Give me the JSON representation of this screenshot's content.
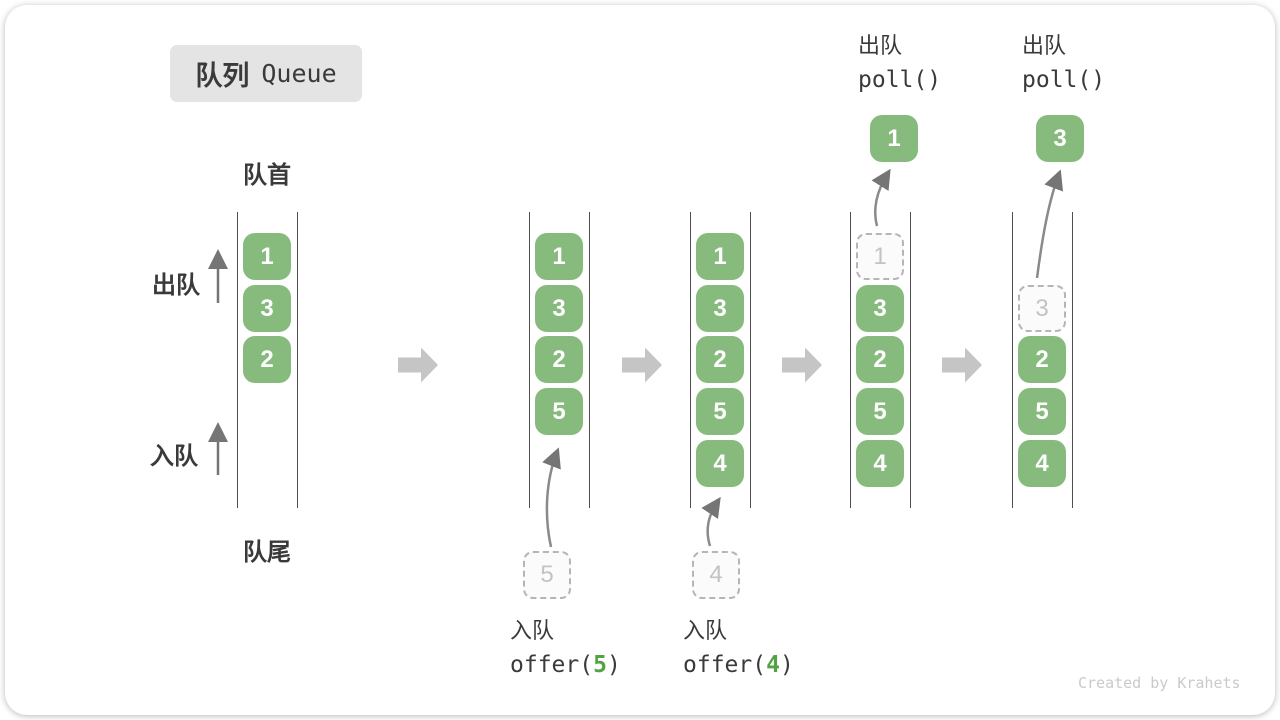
{
  "title": {
    "zh": "队列",
    "en": "Queue"
  },
  "side_labels": {
    "front": "队首",
    "rear": "队尾",
    "dequeue": "出队",
    "enqueue": "入队"
  },
  "ops": {
    "enqueue5": {
      "label": "入队",
      "fn": "offer(",
      "arg": "5",
      "suffix": ")"
    },
    "enqueue4": {
      "label": "入队",
      "fn": "offer(",
      "arg": "4",
      "suffix": ")"
    },
    "poll1": {
      "label": "出队",
      "code": "poll()"
    },
    "poll2": {
      "label": "出队",
      "code": "poll()"
    }
  },
  "states": [
    {
      "name": "initial",
      "cells": [
        {
          "value": "1",
          "kind": "filled"
        },
        {
          "value": "3",
          "kind": "filled"
        },
        {
          "value": "2",
          "kind": "filled"
        }
      ]
    },
    {
      "name": "after-offer-5",
      "incoming": "5",
      "cells": [
        {
          "value": "1",
          "kind": "filled"
        },
        {
          "value": "3",
          "kind": "filled"
        },
        {
          "value": "2",
          "kind": "filled"
        },
        {
          "value": "5",
          "kind": "filled"
        }
      ]
    },
    {
      "name": "after-offer-4",
      "incoming": "4",
      "cells": [
        {
          "value": "1",
          "kind": "filled"
        },
        {
          "value": "3",
          "kind": "filled"
        },
        {
          "value": "2",
          "kind": "filled"
        },
        {
          "value": "5",
          "kind": "filled"
        },
        {
          "value": "4",
          "kind": "filled"
        }
      ]
    },
    {
      "name": "after-poll-1",
      "outgoing": "1",
      "cells": [
        {
          "value": "1",
          "kind": "ghost"
        },
        {
          "value": "3",
          "kind": "filled"
        },
        {
          "value": "2",
          "kind": "filled"
        },
        {
          "value": "5",
          "kind": "filled"
        },
        {
          "value": "4",
          "kind": "filled"
        }
      ]
    },
    {
      "name": "after-poll-3",
      "outgoing": "3",
      "cells": [
        {
          "value": "3",
          "kind": "ghost"
        },
        {
          "value": "2",
          "kind": "filled"
        },
        {
          "value": "5",
          "kind": "filled"
        },
        {
          "value": "4",
          "kind": "filled"
        }
      ]
    }
  ],
  "watermark": "Created by Krahets",
  "colors": {
    "cell_green": "#87ba7d",
    "code_green": "#53a345",
    "block_arrow_gray": "#c5c5c5",
    "line_gray": "#4f4f4f",
    "thin_arrow_gray": "#757575"
  }
}
